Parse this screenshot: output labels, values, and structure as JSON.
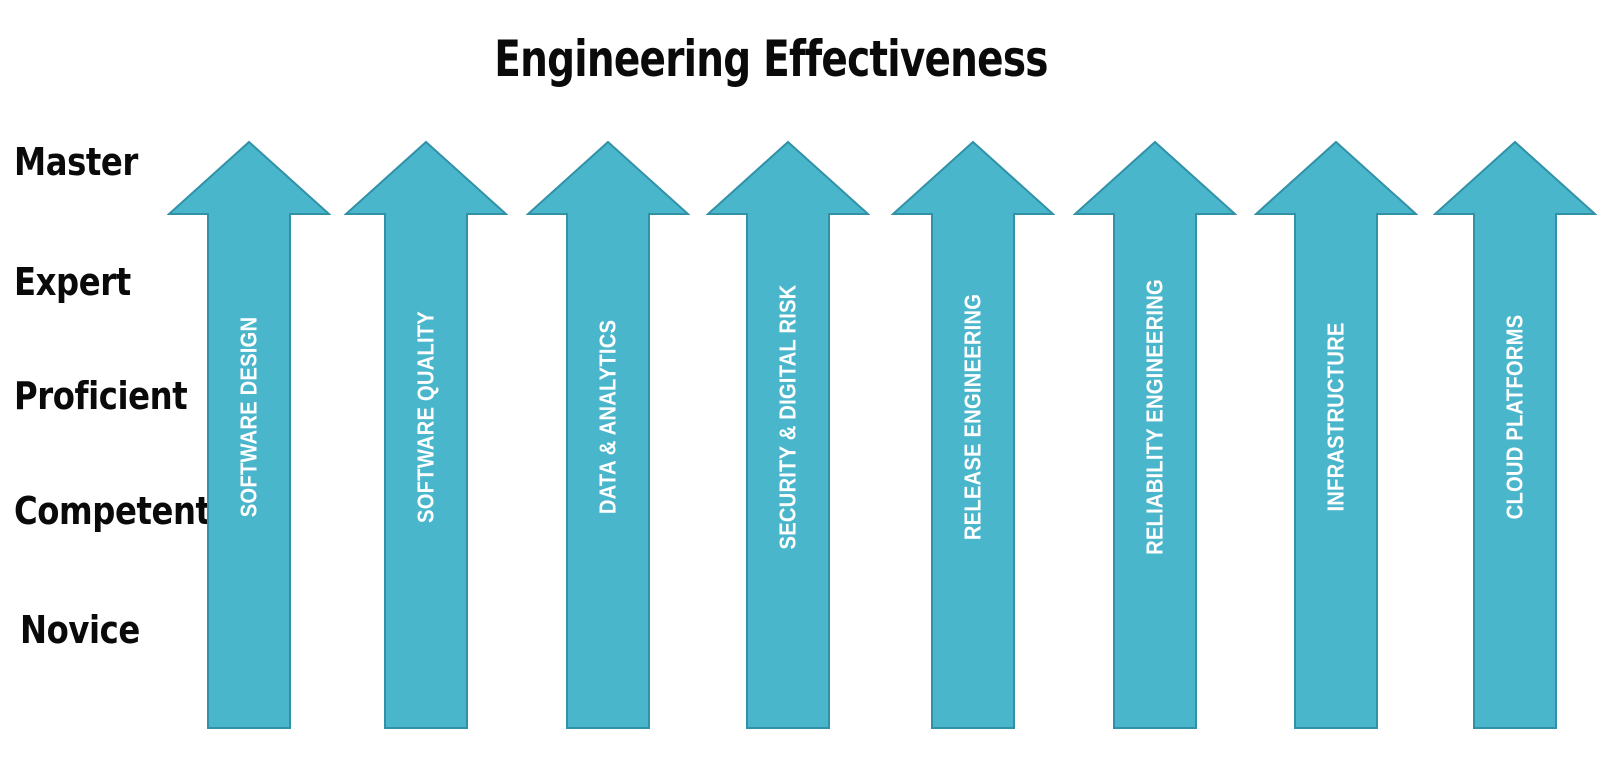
{
  "title": "Engineering Effectiveness",
  "y_axis": {
    "levels": [
      "Master",
      "Expert",
      "Proficient",
      "Competent",
      "Novice"
    ]
  },
  "arrows": [
    {
      "label": "SOFTWARE DESIGN"
    },
    {
      "label": "SOFTWARE QUALITY"
    },
    {
      "label": "DATA & ANALYTICS"
    },
    {
      "label": "SECURITY & DIGITAL RISK"
    },
    {
      "label": "RELEASE ENGINEERING"
    },
    {
      "label": "RELIABILITY ENGINEERING"
    },
    {
      "label": "INFRASTRUCTURE"
    },
    {
      "label": "CLOUD PLATFORMS"
    }
  ],
  "colors": {
    "arrow_fill": "#4AB6CB",
    "arrow_border": "#3191A7",
    "label_text": "#FFFFFF",
    "text": "#0A0A0A",
    "background": "#FFFFFF"
  }
}
